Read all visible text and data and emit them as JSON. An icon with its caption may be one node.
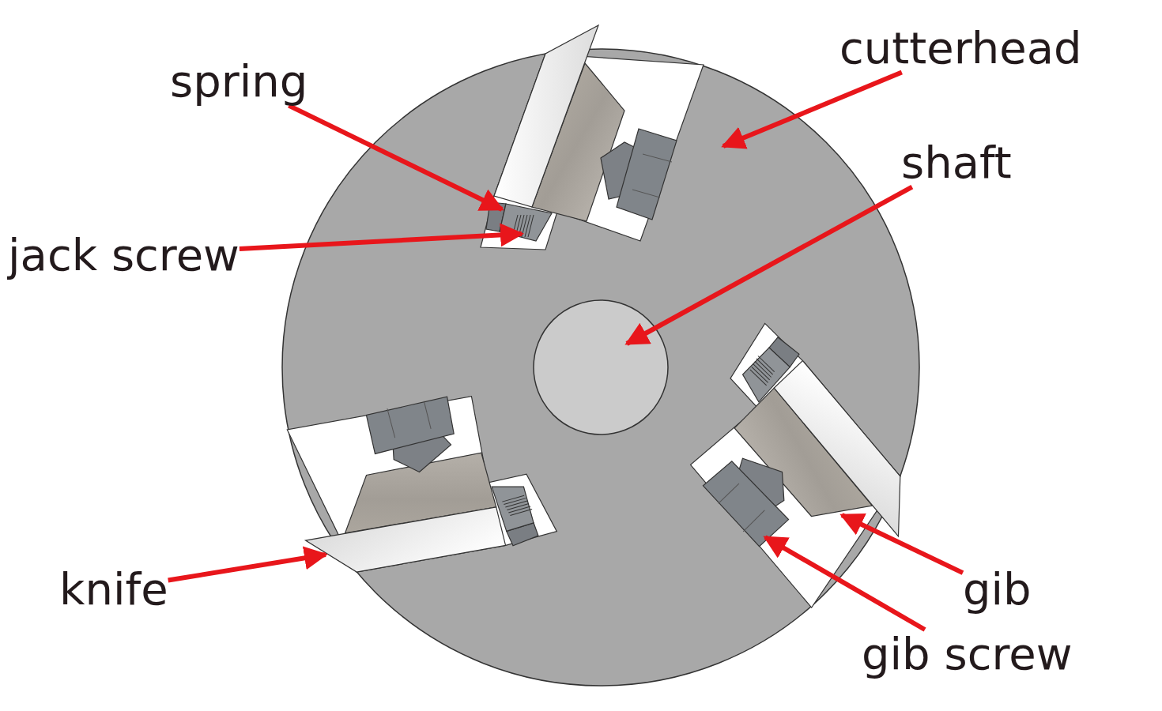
{
  "diagram": {
    "nodes": [
      {
        "text": [
          "spring"
        ]
      },
      {
        "text": [
          "jack screw"
        ]
      },
      {
        "text": [
          "cutterhead"
        ]
      },
      {
        "text": [
          "shaft"
        ]
      },
      {
        "text": [
          "knife"
        ]
      },
      {
        "text": [
          "gib"
        ]
      },
      {
        "text": [
          "gib screw"
        ]
      }
    ],
    "edges": [
      {
        "from": 0,
        "to": null,
        "arrow": "to"
      },
      {
        "from": 1,
        "to": null,
        "arrow": "to"
      },
      {
        "from": 2,
        "to": null,
        "arrow": "to"
      },
      {
        "from": 3,
        "to": null,
        "arrow": "to"
      },
      {
        "from": 4,
        "to": null,
        "arrow": "to"
      },
      {
        "from": 5,
        "to": null,
        "arrow": "to"
      },
      {
        "from": 6,
        "to": null,
        "arrow": "to"
      }
    ]
  }
}
